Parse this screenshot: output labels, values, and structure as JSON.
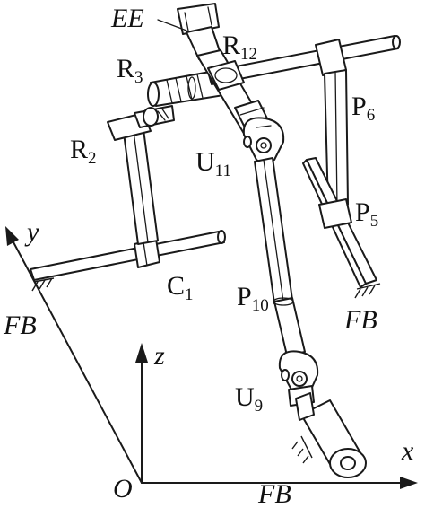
{
  "labels": {
    "ee": "EE",
    "r12_main": "R",
    "r12_sub": "12",
    "r3_main": "R",
    "r3_sub": "3",
    "p6_main": "P",
    "p6_sub": "6",
    "r2_main": "R",
    "r2_sub": "2",
    "u11_main": "U",
    "u11_sub": "11",
    "p5_main": "P",
    "p5_sub": "5",
    "c1_main": "C",
    "c1_sub": "1",
    "p10_main": "P",
    "p10_sub": "10",
    "u9_main": "U",
    "u9_sub": "9",
    "fb_left": "FB",
    "fb_right": "FB",
    "fb_bottom": "FB",
    "axis_x": "x",
    "axis_y": "y",
    "axis_z": "z",
    "origin": "O"
  },
  "colors": {
    "ink": "#1a1a1a",
    "background": "#ffffff"
  }
}
